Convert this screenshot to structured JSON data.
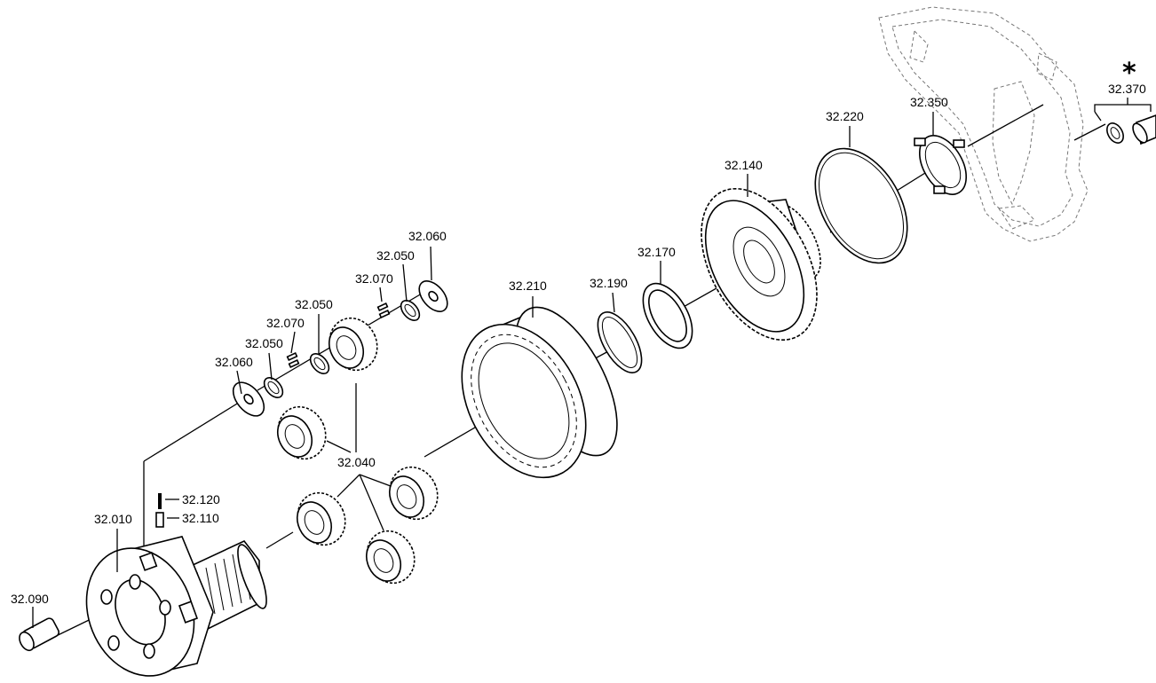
{
  "labels": {
    "p32_010": "32.010",
    "p32_040": "32.040",
    "p32_050a": "32.050",
    "p32_050b": "32.050",
    "p32_050c": "32.050",
    "p32_060a": "32.060",
    "p32_060b": "32.060",
    "p32_070a": "32.070",
    "p32_070b": "32.070",
    "p32_090": "32.090",
    "p32_110": "32.110",
    "p32_120": "32.120",
    "p32_140": "32.140",
    "p32_170": "32.170",
    "p32_190": "32.190",
    "p32_210": "32.210",
    "p32_220": "32.220",
    "p32_350": "32.350",
    "p32_370": "32.370",
    "asterisk": "*"
  }
}
